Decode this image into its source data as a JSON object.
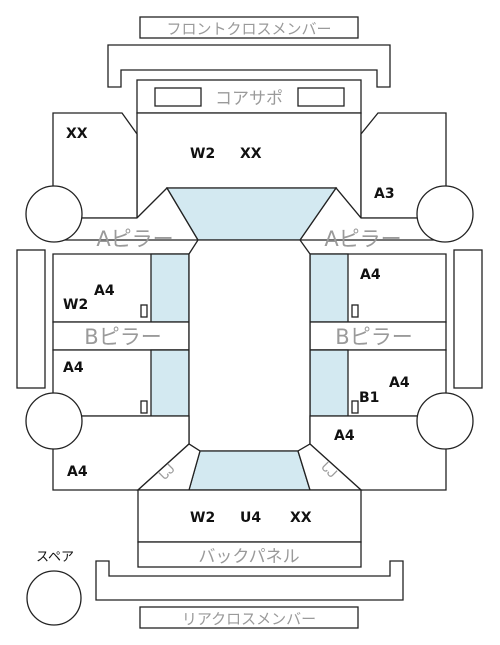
{
  "labels": {
    "front_cross_member": "フロントクロスメンバー",
    "core_support": "コアサポ",
    "a_pillar_left": "Aピラー",
    "a_pillar_right": "Aピラー",
    "b_pillar_left": "Bピラー",
    "b_pillar_right": "Bピラー",
    "back_panel": "バックパネル",
    "rear_cross_member": "リアクロスメンバー",
    "spare": "スペア",
    "curved_left": "ᒐᒍ",
    "curved_right": "ᒐᒍ"
  },
  "codes": {
    "front_left": "XX",
    "front_w2": "W2",
    "front_xx": "XX",
    "front_right": "A3",
    "left_front_door_a4": "A4",
    "left_front_door_w2": "W2",
    "right_front_door": "A4",
    "left_rear_door": "A4",
    "right_rear_door_a4": "A4",
    "right_rear_door_b1": "B1",
    "rear_right_quarter": "A4",
    "rear_left_quarter": "A4",
    "rear_w2": "W2",
    "rear_u4": "U4",
    "rear_xx": "XX"
  },
  "colors": {
    "glass": "#d3e9f1",
    "outline": "#222222",
    "label": "#9a9a9a"
  }
}
